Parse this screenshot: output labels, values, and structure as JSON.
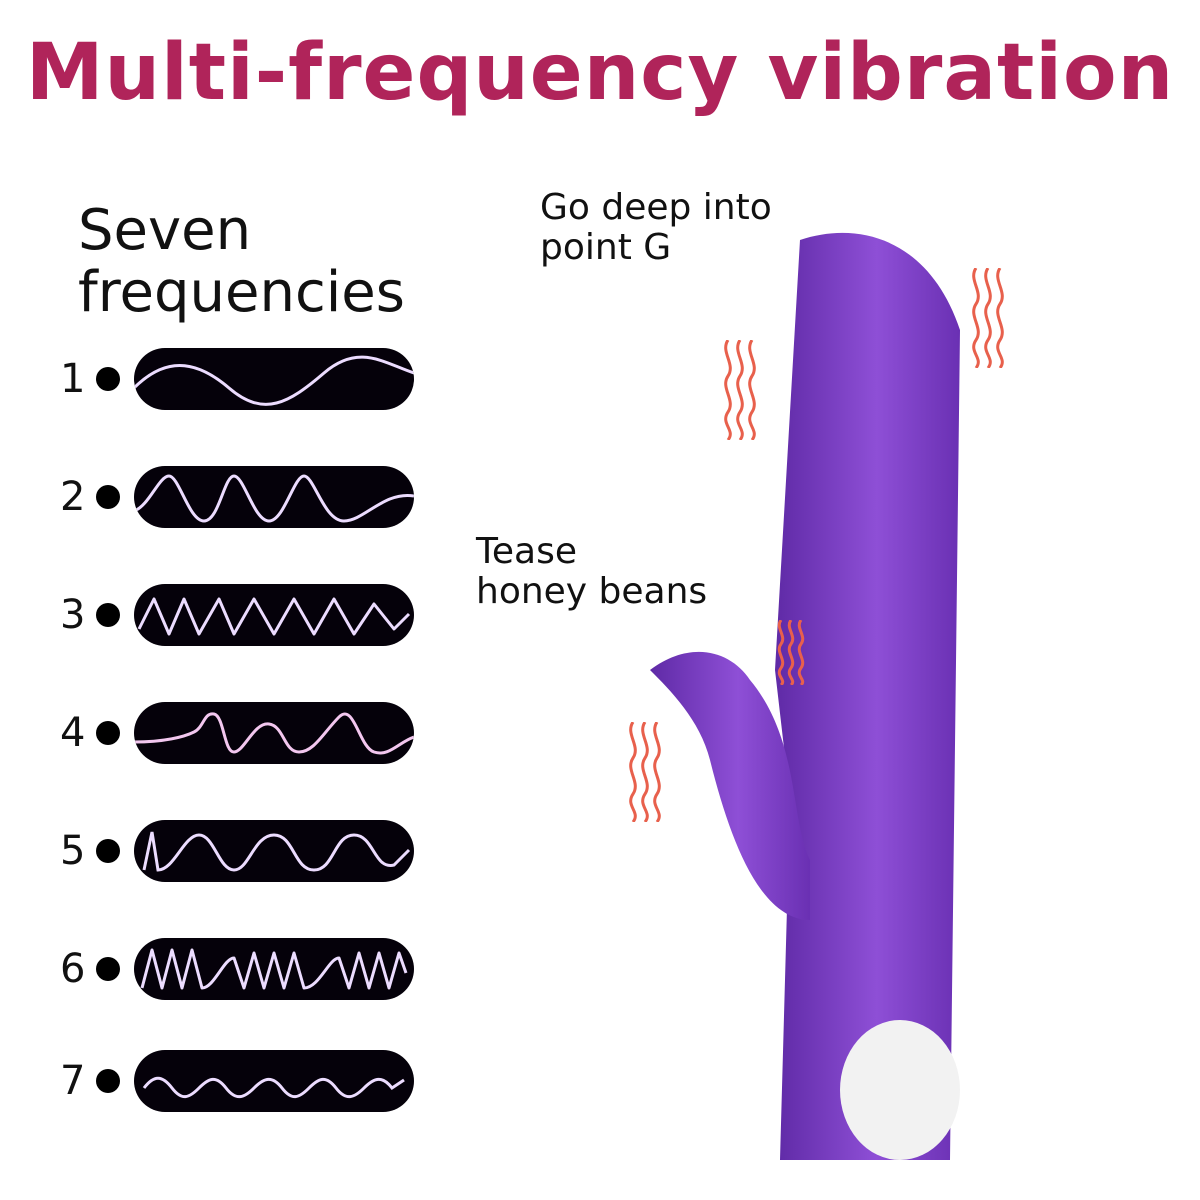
{
  "title": "Multi-frequency vibration",
  "subtitle_line1": "Seven",
  "subtitle_line2": "frequencies",
  "frequencies": [
    {
      "number": "1",
      "pattern": "gentle-sine"
    },
    {
      "number": "2",
      "pattern": "tall-sine"
    },
    {
      "number": "3",
      "pattern": "fast-sine"
    },
    {
      "number": "4",
      "pattern": "irregular-wave"
    },
    {
      "number": "5",
      "pattern": "spike-then-wave"
    },
    {
      "number": "6",
      "pattern": "rapid-bursts"
    },
    {
      "number": "7",
      "pattern": "small-fast-sine"
    }
  ],
  "labels": {
    "gspot_line1": "Go deep into",
    "gspot_line2": "point G",
    "tease_line1": "Tease",
    "tease_line2": "honey beans"
  },
  "colors": {
    "title": "#b0245a",
    "product": "#7b3bc4",
    "wave": "#e9d6ff",
    "pill": "#05010a",
    "vibration_marks": "#e8604c"
  }
}
